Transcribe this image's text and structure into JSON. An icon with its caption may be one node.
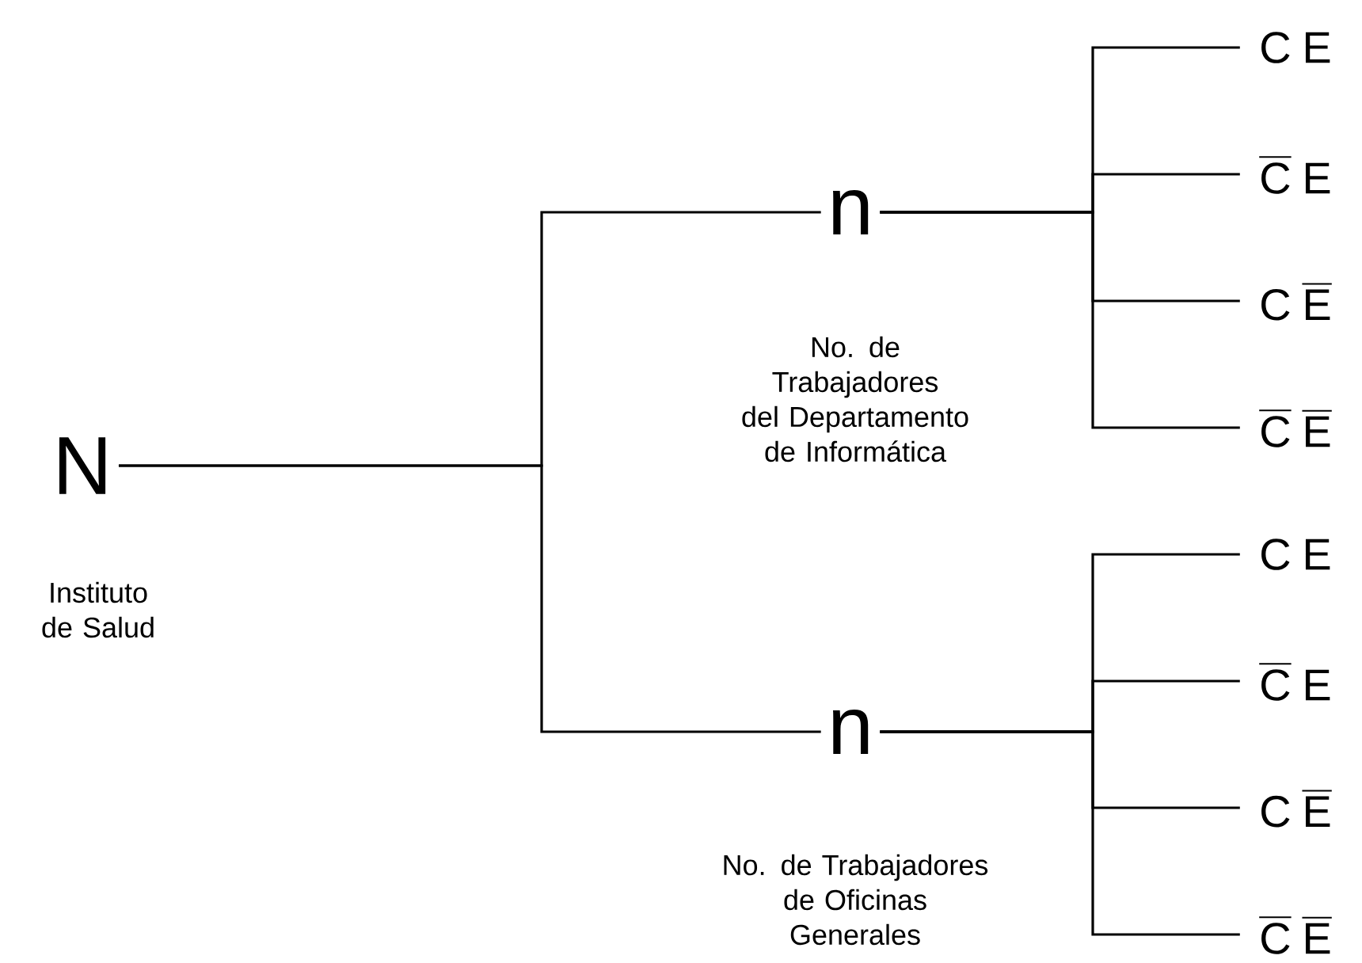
{
  "diagram": {
    "nodes": [
      {
        "text": [
          "N"
        ],
        "beside": [
          "Instituto de Salud"
        ]
      },
      {
        "text": [
          "n"
        ],
        "beside": [
          "No. de Trabajadores del Departamento de Informática"
        ]
      },
      {
        "text": [
          "n"
        ],
        "beside": [
          "No. de Trabajadores de Oficinas Generales"
        ]
      },
      {
        "text": [
          "\\text{C}\\;\\text{E}"
        ]
      },
      {
        "text": [
          "\\overline{\\text{C}}\\;\\text{E}"
        ]
      },
      {
        "text": [
          "\\text{C}\\;\\overline{\\text{E}}"
        ]
      },
      {
        "text": [
          "\\overline{\\text{C}}\\;\\overline{\\text{E}}"
        ]
      },
      {
        "text": [
          "\\text{C}\\;\\text{E}"
        ]
      },
      {
        "text": [
          "\\overline{\\text{C}}\\;\\text{E}"
        ]
      },
      {
        "text": [
          "\\text{C}\\;\\overline{\\text{E}}"
        ]
      },
      {
        "text": [
          "\\overline{\\text{C}}\\;\\overline{\\text{E}}"
        ]
      }
    ],
    "edges": [
      {
        "from": 0,
        "to": 1,
        "arrow": "none"
      },
      {
        "from": 0,
        "to": 2,
        "arrow": "none"
      },
      {
        "from": 1,
        "to": 3,
        "arrow": "none"
      },
      {
        "from": 1,
        "to": 4,
        "arrow": "none"
      },
      {
        "from": 1,
        "to": 5,
        "arrow": "none"
      },
      {
        "from": 1,
        "to": 6,
        "arrow": "none"
      },
      {
        "from": 2,
        "to": 7,
        "arrow": "none"
      },
      {
        "from": 2,
        "to": 8,
        "arrow": "none"
      },
      {
        "from": 2,
        "to": 9,
        "arrow": "none"
      },
      {
        "from": 2,
        "to": 10,
        "arrow": "none"
      }
    ]
  }
}
